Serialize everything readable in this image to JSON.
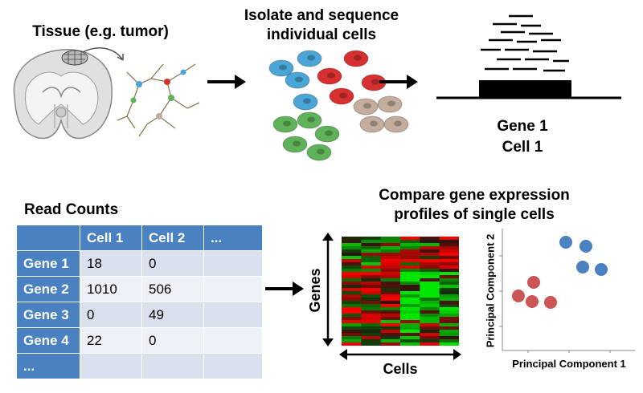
{
  "tissue_label": "Tissue (e.g. tumor)",
  "isolate_label": "Isolate and sequence\nindividual cells",
  "gene_label": "Gene 1",
  "cell_label": "Cell 1",
  "read_counts_title": "Read Counts",
  "table": {
    "headers": [
      "",
      "Cell 1",
      "Cell 2",
      "..."
    ],
    "rows": [
      {
        "name": "Gene 1",
        "values": [
          "18",
          "0",
          ""
        ]
      },
      {
        "name": "Gene 2",
        "values": [
          "1010",
          "506",
          ""
        ]
      },
      {
        "name": "Gene 3",
        "values": [
          "0",
          "49",
          ""
        ]
      },
      {
        "name": "Gene 4",
        "values": [
          "22",
          "0",
          ""
        ]
      },
      {
        "name": "...",
        "values": [
          "",
          "",
          ""
        ]
      }
    ]
  },
  "compare_title": "Compare gene expression\nprofiles of single cells",
  "heatmap_y_label": "Genes",
  "heatmap_x_label": "Cells",
  "pca_y_label": "Principal Component 2",
  "pca_x_label": "Principal Component 1",
  "colors": {
    "table_header": "#4a81c0",
    "cell_blue": "#4aa6d6",
    "cell_red": "#d63030",
    "cell_green": "#5fb25a",
    "cell_tan": "#c4ad9c",
    "pca_blue": "#4a81c0",
    "pca_red": "#cc5555"
  }
}
